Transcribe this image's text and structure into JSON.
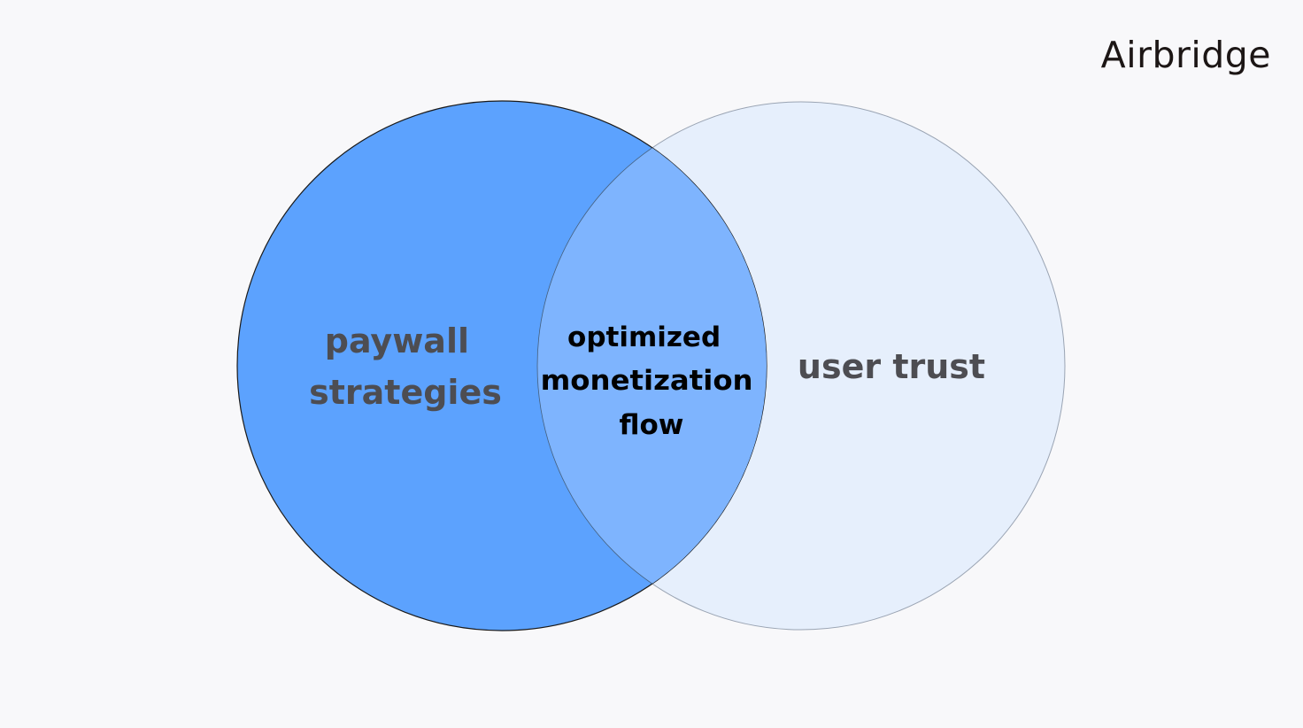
{
  "brand": {
    "name": "Airbridge"
  },
  "diagram": {
    "left_label_lines": [
      "paywall",
      "strategies"
    ],
    "right_label_lines": [
      "user trust"
    ],
    "overlap_label_lines": [
      "optimized",
      "monetization",
      "flow"
    ]
  },
  "colors": {
    "background": "#f8f8fa",
    "left_circle": "#5ca2fe",
    "right_circle": "#e6effc",
    "overlap": "#7eb4fe",
    "outer_label": "#4d4d52",
    "overlap_label": "#000000",
    "logo": "#1c1615"
  }
}
